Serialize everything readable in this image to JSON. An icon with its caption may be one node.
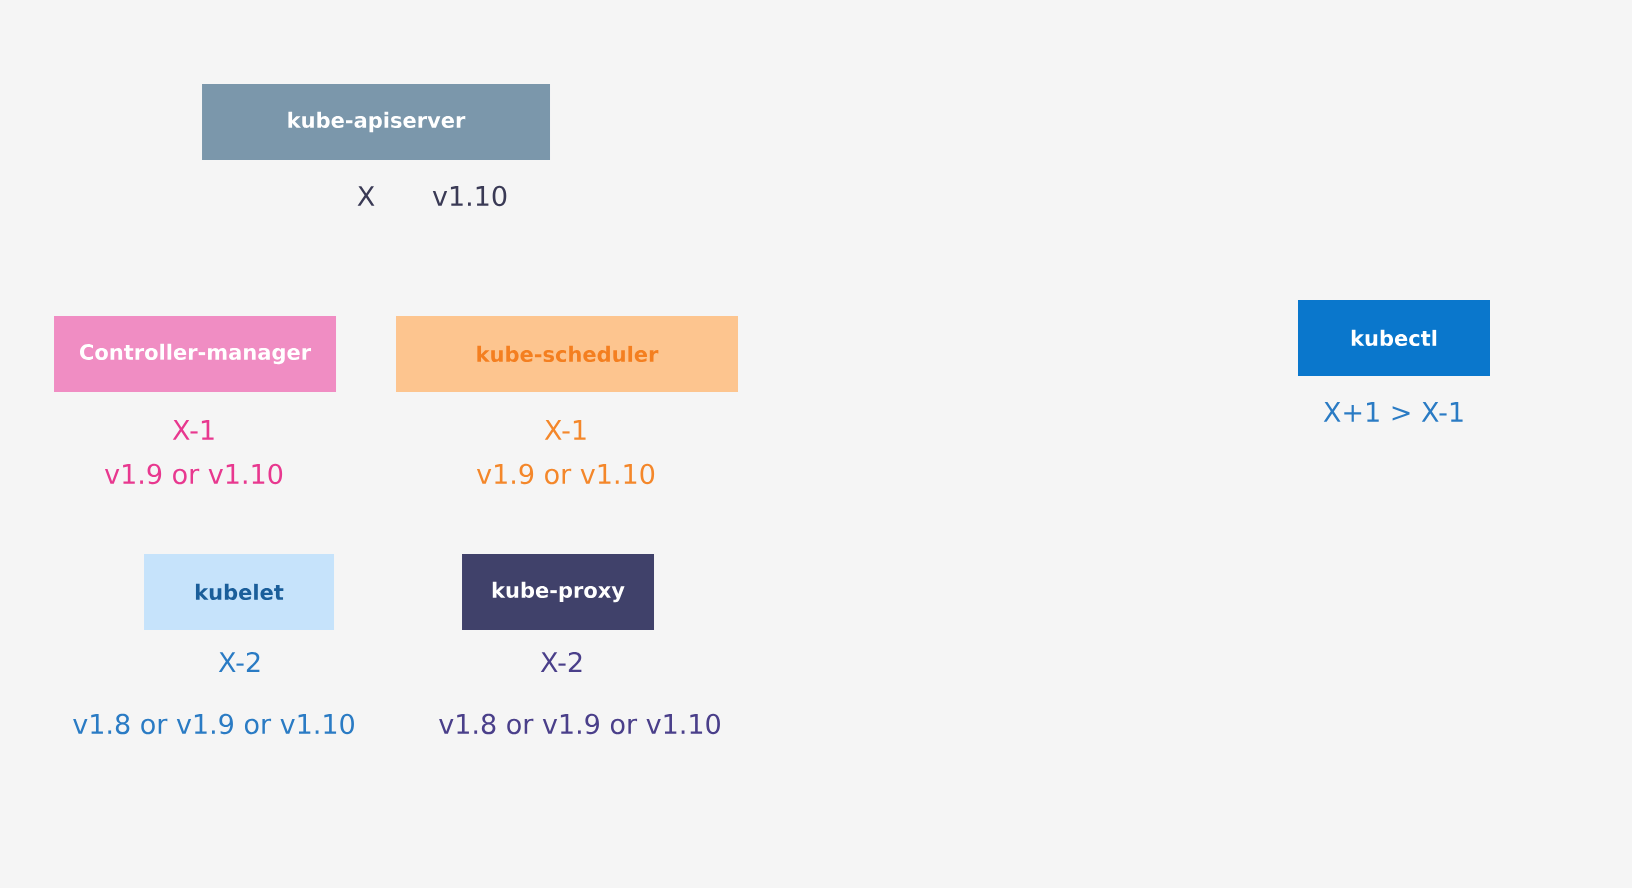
{
  "diagram": {
    "nodes": [
      {
        "text": [
          "kube-apiserver"
        ],
        "beside": [
          "X",
          "v1.10"
        ]
      },
      {
        "text": [
          "Controller-manager"
        ],
        "beside": [
          "X-1",
          "v1.9 or v1.10"
        ]
      },
      {
        "text": [
          "kube-scheduler"
        ],
        "beside": [
          "X-1",
          "v1.9 or v1.10"
        ]
      },
      {
        "text": [
          "kubelet"
        ],
        "beside": [
          "X-2",
          "v1.8 or v1.9 or v1.10"
        ]
      },
      {
        "text": [
          "kube-proxy"
        ],
        "beside": [
          "X-2",
          "v1.8 or v1.9 or v1.10"
        ]
      },
      {
        "text": [
          "kubectl"
        ],
        "beside": [
          "X+1 > X-1"
        ]
      }
    ]
  }
}
